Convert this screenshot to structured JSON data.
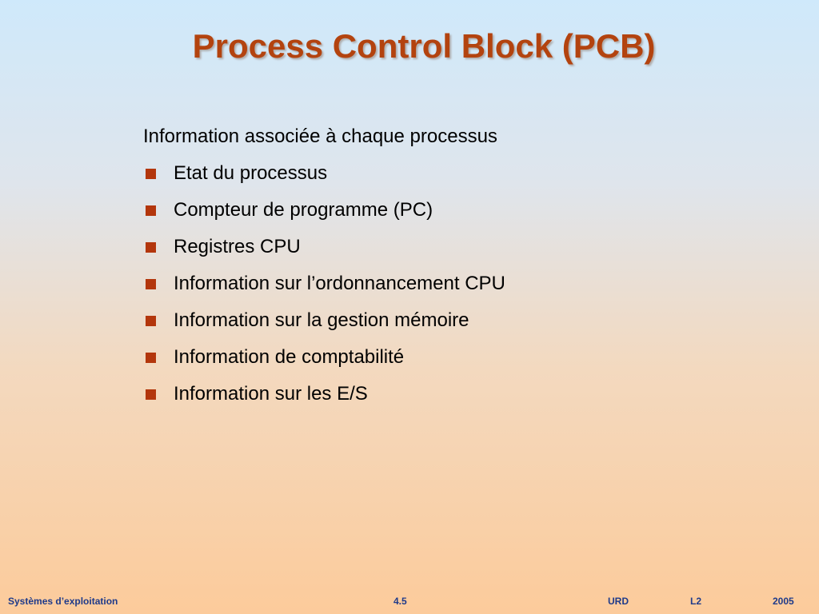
{
  "slide": {
    "title": "Process Control Block (PCB)",
    "intro": "Information associée à chaque processus",
    "bullets": [
      "Etat du processus",
      "Compteur de programme (PC)",
      "Registres CPU",
      "Information sur l’ordonnancement CPU",
      "Information sur la gestion mémoire",
      "Information de comptabilité",
      "Information sur les E/S"
    ]
  },
  "footer": {
    "course": "Systèmes d’exploitation",
    "page": "4.5",
    "org": "URD",
    "level": "L2",
    "year": "2005"
  },
  "colors": {
    "title": "#b3430f",
    "bullet": "#b3360c",
    "footer_text": "#1e3a8a",
    "background_top": "#cfe9fb",
    "background_bottom": "#fccb9b"
  },
  "icons": {
    "bullet": "square-bullet-icon"
  }
}
